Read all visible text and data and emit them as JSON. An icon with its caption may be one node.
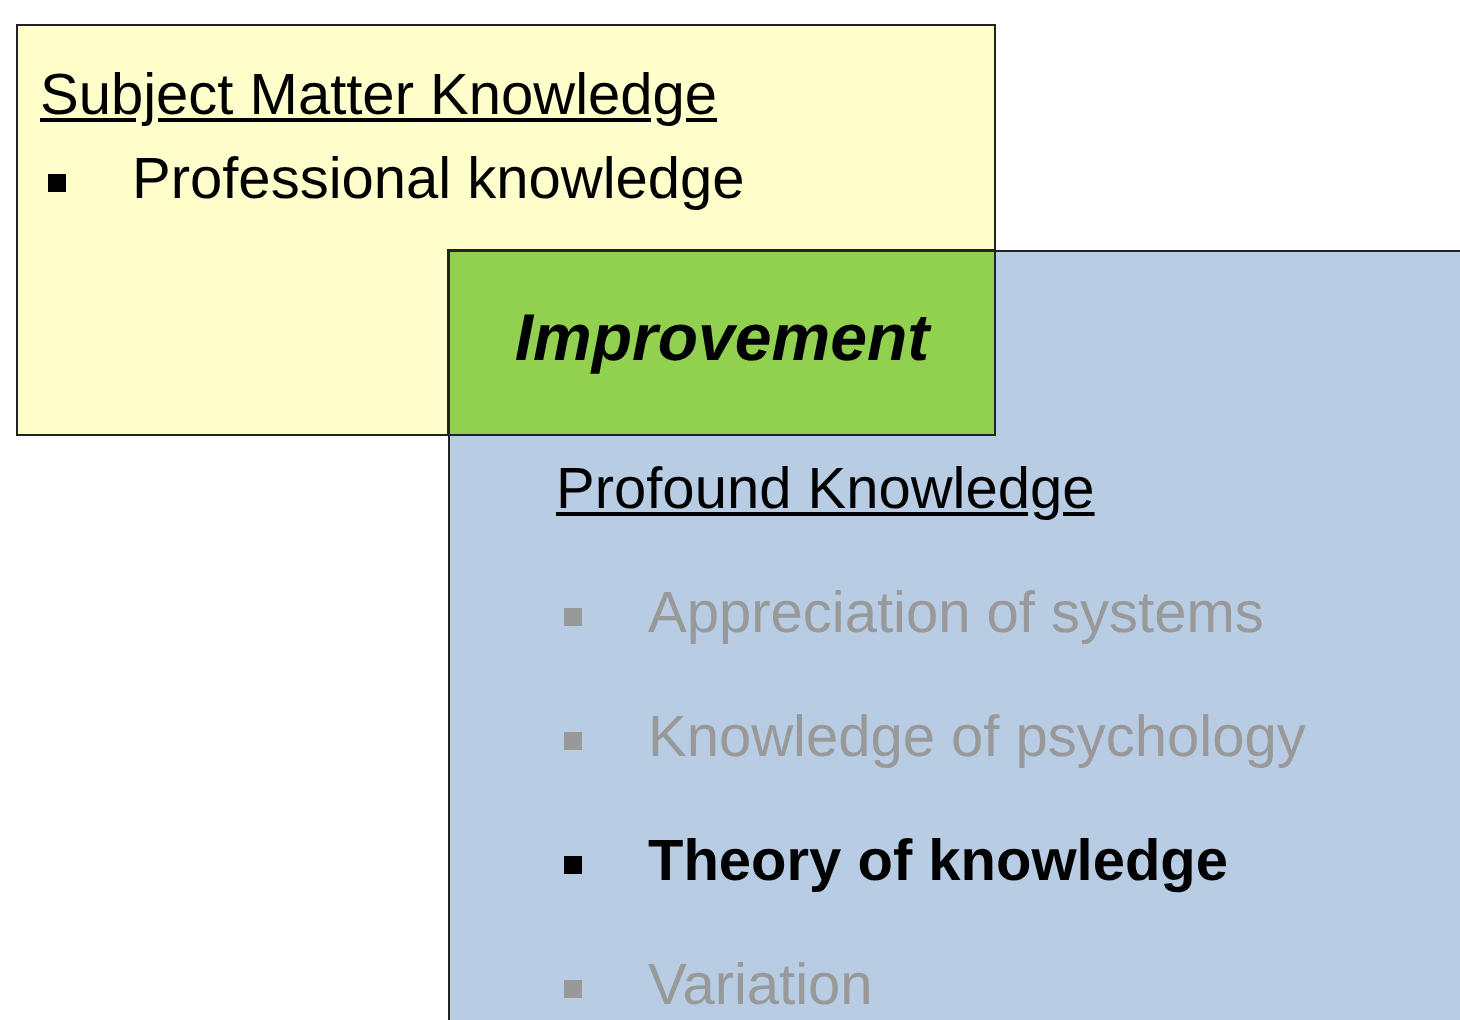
{
  "diagram": {
    "nodes": [
      {
        "text": [
          "Subject Matter Knowledge",
          "Professional knowledge"
        ]
      },
      {
        "text": [
          "Profound Knowledge",
          "Appreciation of systems",
          "Knowledge of psychology",
          "Theory of knowledge",
          "Variation"
        ]
      },
      {
        "text": [
          "Improvement"
        ]
      }
    ]
  }
}
